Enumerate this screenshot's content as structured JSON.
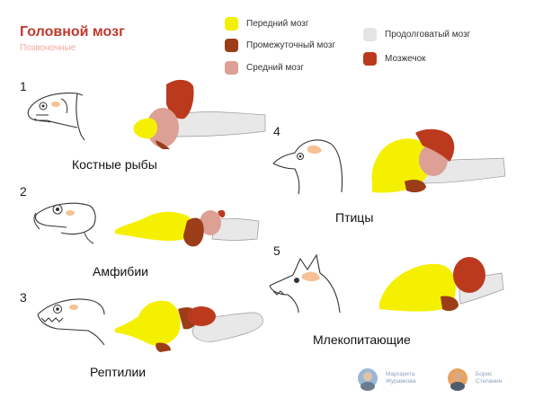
{
  "header": {
    "title": "Головной мозг",
    "subtitle": "Позвоночные"
  },
  "legend": [
    {
      "label": "Передний мозг",
      "color": "#f5f000"
    },
    {
      "label": "Промежуточный мозг",
      "color": "#9a3d18"
    },
    {
      "label": "Средний мозг",
      "color": "#dca094"
    },
    {
      "label": "Продолговатый мозг",
      "color": "#e4e4e4"
    },
    {
      "label": "Мозжечок",
      "color": "#bb3a1e"
    }
  ],
  "groups": [
    {
      "num": "1",
      "label": "Костные рыбы",
      "icon": "fish-head-icon"
    },
    {
      "num": "2",
      "label": "Амфибии",
      "icon": "frog-head-icon"
    },
    {
      "num": "3",
      "label": "Рептилии",
      "icon": "lizard-head-icon"
    },
    {
      "num": "4",
      "label": "Птицы",
      "icon": "bird-head-icon"
    },
    {
      "num": "5",
      "label": "Млекопитающие",
      "icon": "wolf-head-icon"
    }
  ],
  "credits": [
    {
      "first": "Маргарита",
      "last": "Журавкова"
    },
    {
      "first": "Борис",
      "last": "Степанин"
    }
  ]
}
